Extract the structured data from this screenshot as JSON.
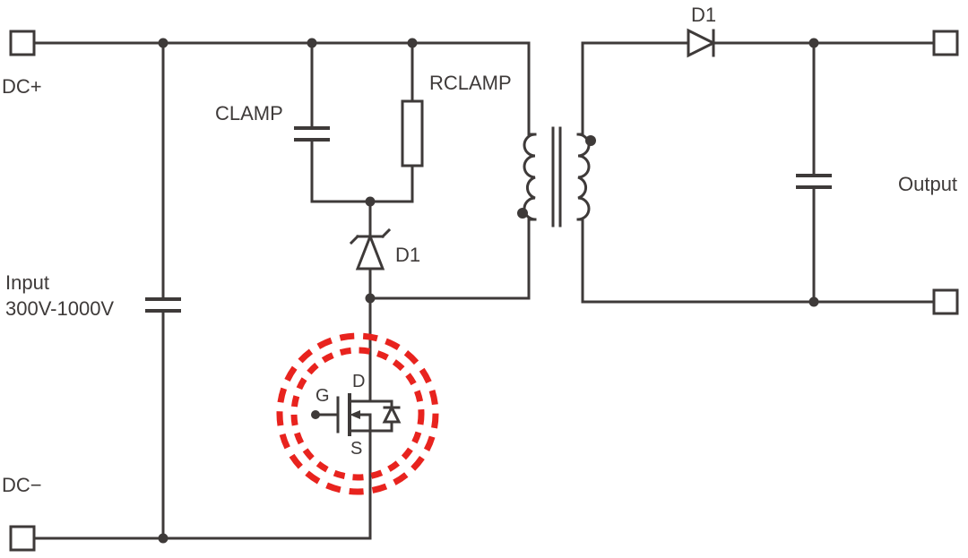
{
  "diagram": {
    "colors": {
      "wire": "#3e3a39",
      "highlight": "#e8231e",
      "background": "#ffffff"
    },
    "labels": {
      "dc_plus": "DC+",
      "dc_minus": "DC−",
      "input_line1": "Input",
      "input_line2": "300V-1000V",
      "clamp": "CLAMP",
      "rclamp": "RCLAMP",
      "d1_primary": "D1",
      "d1_secondary": "D1",
      "output": "Output",
      "mosfet_gate": "G",
      "mosfet_drain": "D",
      "mosfet_source": "S"
    }
  }
}
